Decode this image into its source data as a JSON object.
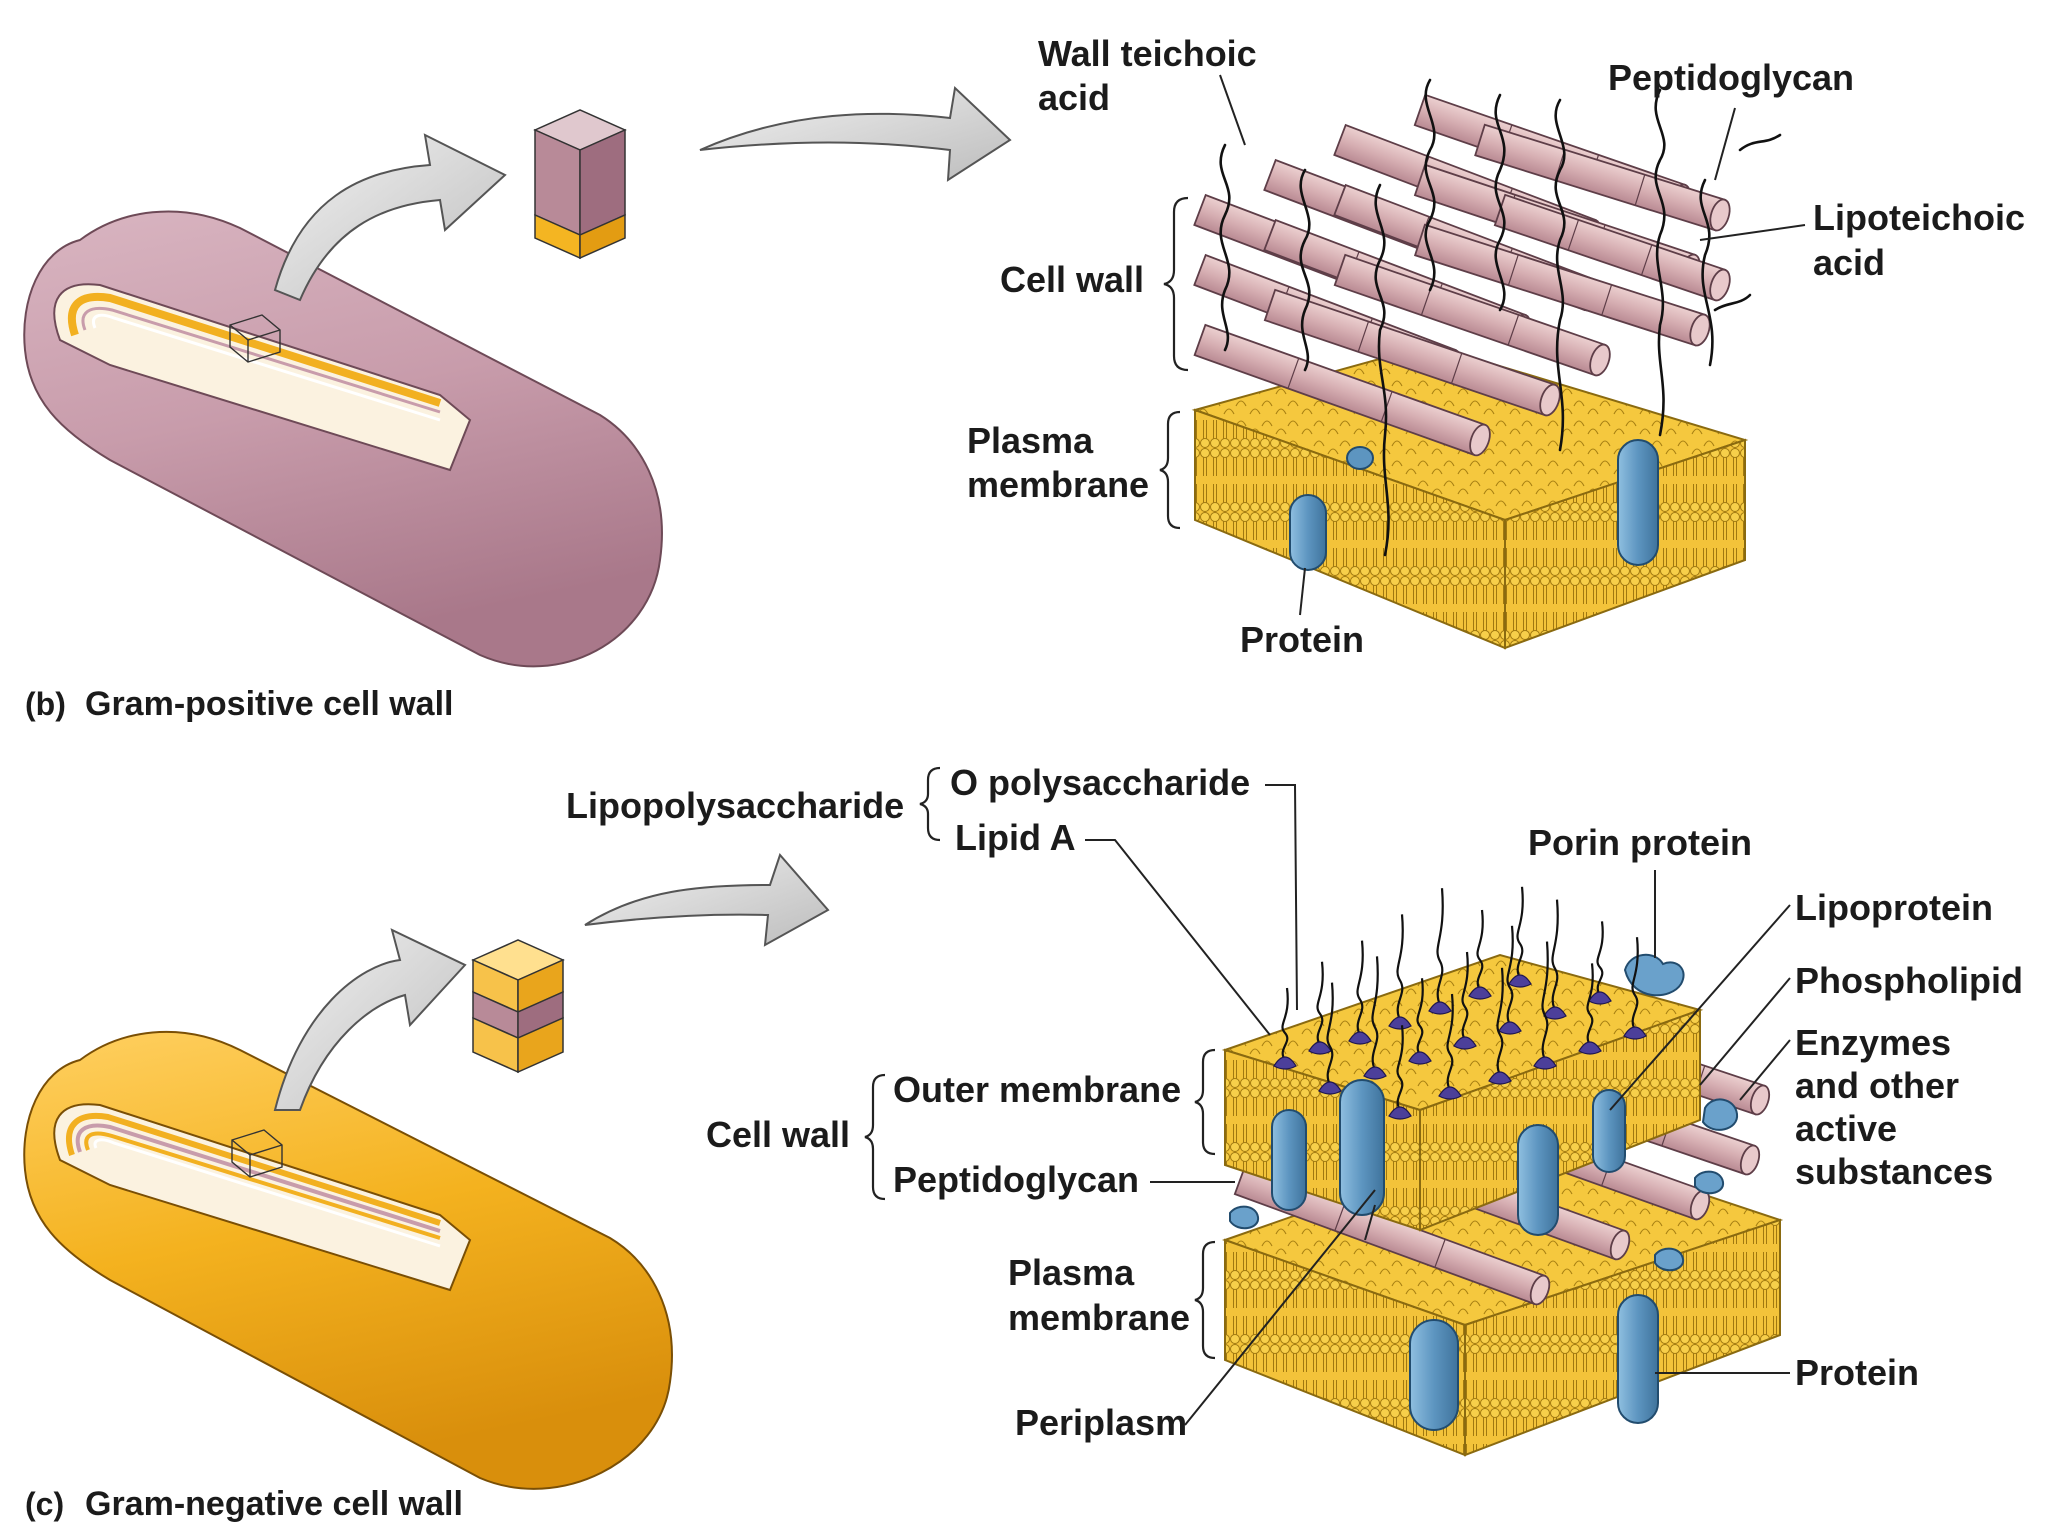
{
  "gram_positive": {
    "caption_letter": "(b)",
    "caption_text": "Gram-positive cell wall",
    "labels": {
      "wall_teichoic_1": "Wall teichoic",
      "wall_teichoic_2": "acid",
      "peptidoglycan": "Peptidoglycan",
      "lipoteichoic_1": "Lipoteichoic",
      "lipoteichoic_2": "acid",
      "cell_wall": "Cell wall",
      "plasma_1": "Plasma",
      "plasma_2": "membrane",
      "protein": "Protein"
    }
  },
  "gram_negative": {
    "caption_letter": "(c)",
    "caption_text": "Gram-negative cell wall",
    "labels": {
      "lipopolysaccharide": "Lipopolysaccharide",
      "o_polysaccharide": "O polysaccharide",
      "lipid_a": "Lipid A",
      "porin_protein": "Porin protein",
      "lipoprotein": "Lipoprotein",
      "phospholipid": "Phospholipid",
      "enzymes_1": "Enzymes",
      "enzymes_2": "and other",
      "enzymes_3": "active",
      "enzymes_4": "substances",
      "outer_membrane": "Outer membrane",
      "cell_wall": "Cell wall",
      "peptidoglycan": "Peptidoglycan",
      "plasma_1": "Plasma",
      "plasma_2": "membrane",
      "periplasm": "Periplasm",
      "protein": "Protein"
    }
  },
  "colors": {
    "cell_pink": "#c9a0ad",
    "cell_gold": "#f2b020",
    "membrane_yellow": "#f3c33a",
    "peptidoglycan_tube": "#d9b3b5",
    "protein_blue": "#5d95c0",
    "lps_purple": "#4c3f9a",
    "arrow_gray": "#d4d4d4"
  }
}
